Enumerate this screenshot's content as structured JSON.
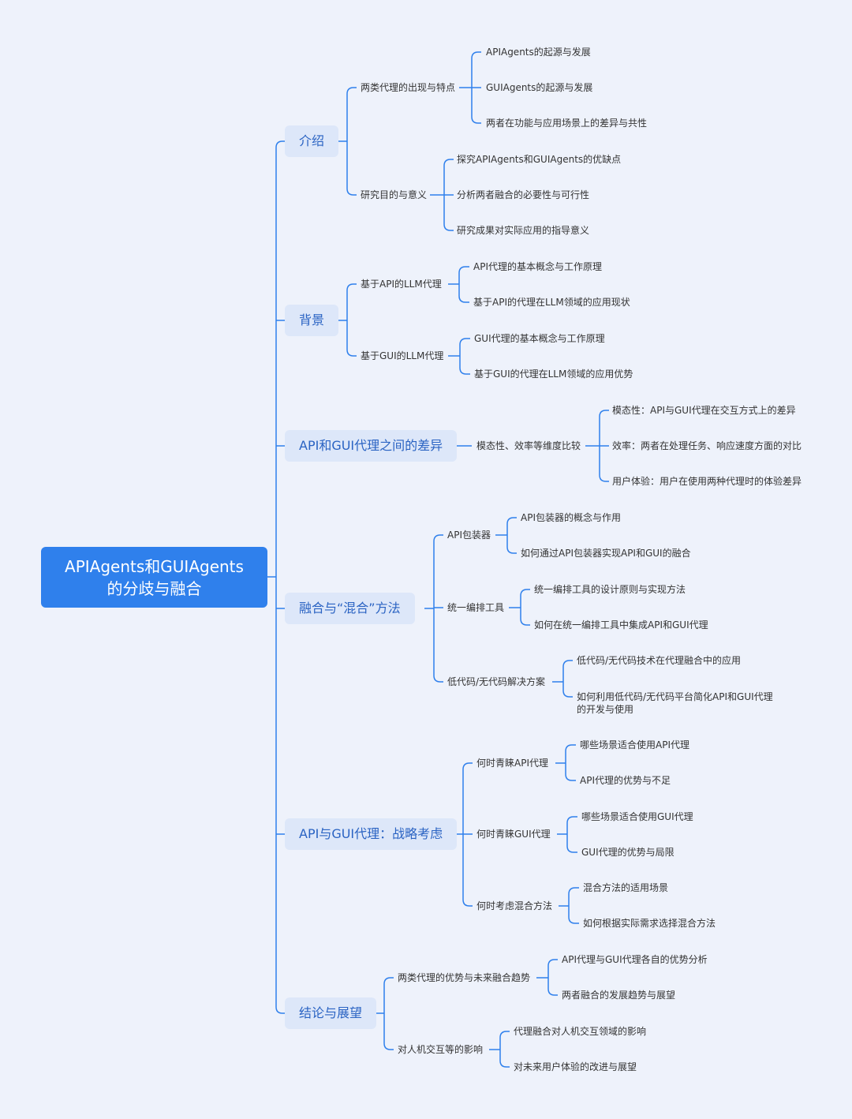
{
  "title": {
    "line1": "APIAgents和GUIAgents",
    "line2": "的分歧与融合"
  },
  "sections": [
    {
      "label": "介绍",
      "children": [
        {
          "label": "两类代理的出现与特点",
          "children": [
            "APIAgents的起源与发展",
            "GUIAgents的起源与发展",
            "两者在功能与应用场景上的差异与共性"
          ]
        },
        {
          "label": "研究目的与意义",
          "children": [
            "探究APIAgents和GUIAgents的优缺点",
            "分析两者融合的必要性与可行性",
            "研究成果对实际应用的指导意义"
          ]
        }
      ]
    },
    {
      "label": "背景",
      "children": [
        {
          "label": "基于API的LLM代理",
          "children": [
            "API代理的基本概念与工作原理",
            "基于API的代理在LLM领域的应用现状"
          ]
        },
        {
          "label": "基于GUI的LLM代理",
          "children": [
            "GUI代理的基本概念与工作原理",
            "基于GUI的代理在LLM领域的应用优势"
          ]
        }
      ]
    },
    {
      "label": "API和GUI代理之间的差异",
      "children": [
        {
          "label": "模态性、效率等维度比较",
          "children": [
            "模态性：API与GUI代理在交互方式上的差异",
            "效率：两者在处理任务、响应速度方面的对比",
            "用户体验：用户在使用两种代理时的体验差异"
          ]
        }
      ]
    },
    {
      "label": "融合与“混合”方法",
      "children": [
        {
          "label": "API包装器",
          "children": [
            "API包装器的概念与作用",
            "如何通过API包装器实现API和GUI的融合"
          ]
        },
        {
          "label": "统一编排工具",
          "children": [
            "统一编排工具的设计原则与实现方法",
            "如何在统一编排工具中集成API和GUI代理"
          ]
        },
        {
          "label": "低代码/无代码解决方案",
          "children": [
            "低代码/无代码技术在代理融合中的应用",
            "如何利用低代码/无代码平台简化API和GUI代理的开发与使用"
          ]
        }
      ]
    },
    {
      "label": "API与GUI代理：战略考虑",
      "children": [
        {
          "label": "何时青睐API代理",
          "children": [
            "哪些场景适合使用API代理",
            "API代理的优势与不足"
          ]
        },
        {
          "label": "何时青睐GUI代理",
          "children": [
            "哪些场景适合使用GUI代理",
            "GUI代理的优势与局限"
          ]
        },
        {
          "label": "何时考虑混合方法",
          "children": [
            "混合方法的适用场景",
            "如何根据实际需求选择混合方法"
          ]
        }
      ]
    },
    {
      "label": "结论与展望",
      "children": [
        {
          "label": "两类代理的优势与未来融合趋势",
          "children": [
            "API代理与GUI代理各自的优势分析",
            "两者融合的发展趋势与展望"
          ]
        },
        {
          "label": "对人机交互等的影响",
          "children": [
            "代理融合对人机交互领域的影响",
            "对未来用户体验的改进与展望"
          ]
        }
      ]
    }
  ],
  "colors": {
    "background": "#eef2fb",
    "root_fill": "#2f80ec",
    "section_fill": "#dde7f9",
    "section_text": "#2a63c3",
    "connector": "#2f80ec",
    "leaf_text": "#333333"
  }
}
